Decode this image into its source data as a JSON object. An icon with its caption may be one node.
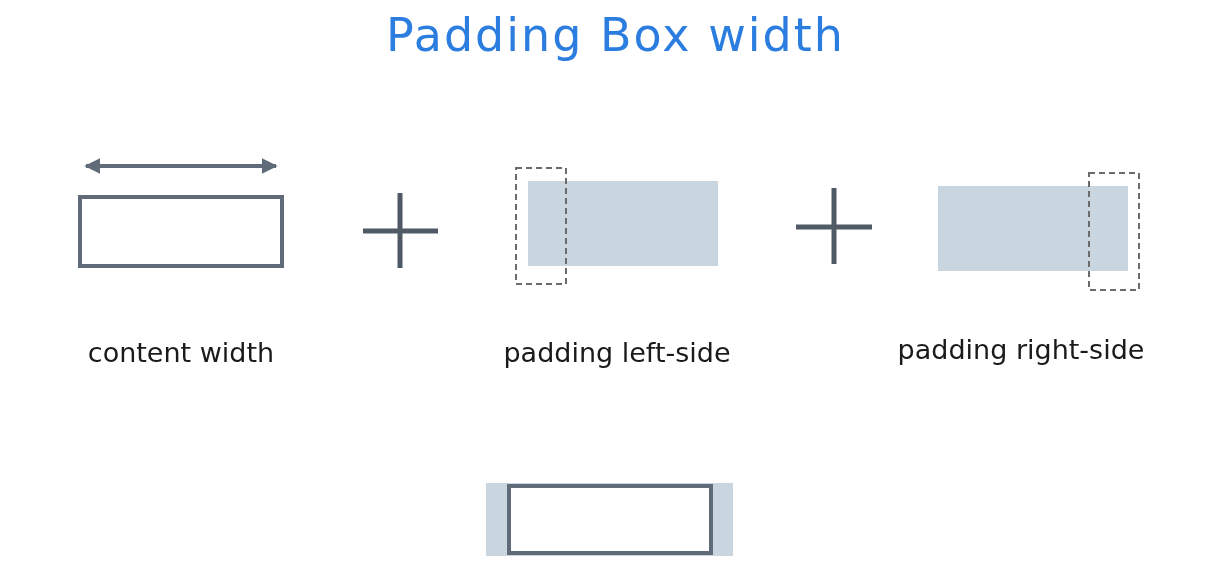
{
  "diagram": {
    "title": "Padding Box width",
    "labels": [
      "content width",
      "padding left-side",
      "padding right-side"
    ]
  }
}
